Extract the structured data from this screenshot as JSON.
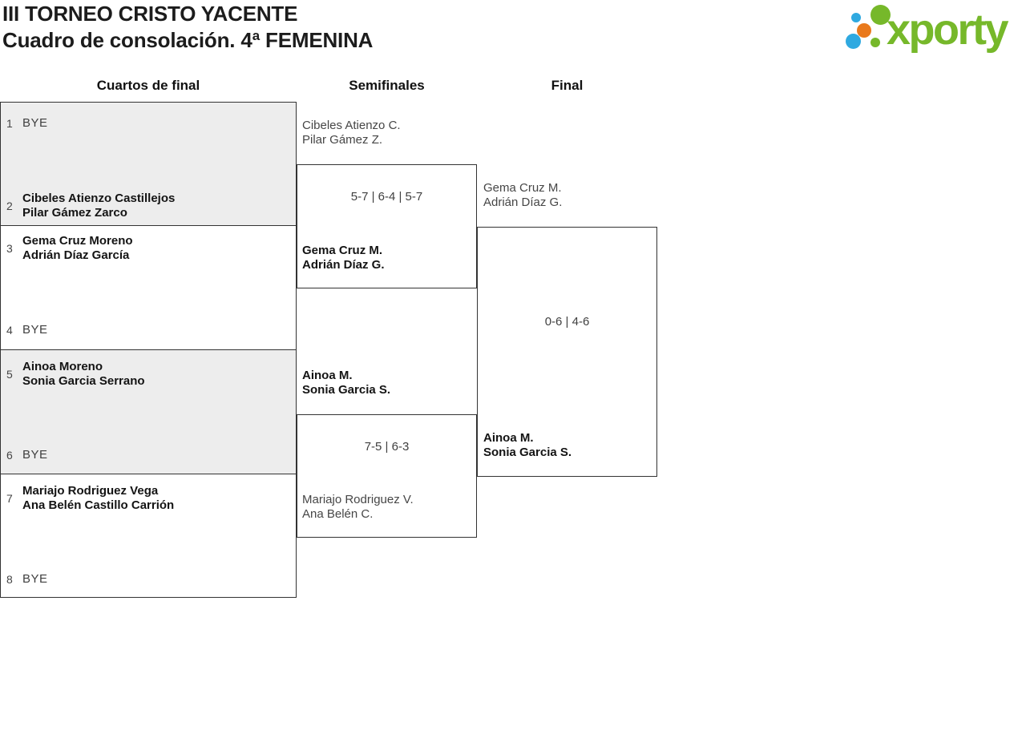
{
  "header": {
    "title_line1": "III TORNEO CRISTO YACENTE",
    "title_line2": "Cuadro de consolación. 4ª FEMENINA",
    "logo_text": "xporty"
  },
  "colors": {
    "logo_green": "#76b82a",
    "logo_blue": "#2fa9e0",
    "logo_orange": "#e9791c",
    "box_gray": "#ededed",
    "border": "#333333"
  },
  "rounds": [
    {
      "label": "Cuartos de final"
    },
    {
      "label": "Semifinales"
    },
    {
      "label": "Final"
    }
  ],
  "qf": {
    "entries": [
      {
        "seed": "1",
        "name1": "BYE",
        "name2": "",
        "is_bye": true
      },
      {
        "seed": "2",
        "name1": "Cibeles Atienzo Castillejos",
        "name2": "Pilar Gámez Zarco",
        "is_bye": false
      },
      {
        "seed": "3",
        "name1": "Gema Cruz Moreno",
        "name2": "Adrián Díaz García",
        "is_bye": false
      },
      {
        "seed": "4",
        "name1": "BYE",
        "name2": "",
        "is_bye": true
      },
      {
        "seed": "5",
        "name1": "Ainoa Moreno",
        "name2": "Sonia Garcia Serrano",
        "is_bye": false
      },
      {
        "seed": "6",
        "name1": "BYE",
        "name2": "",
        "is_bye": true
      },
      {
        "seed": "7",
        "name1": "Mariajo Rodriguez Vega",
        "name2": "Ana Belén Castillo Carrión",
        "is_bye": false
      },
      {
        "seed": "8",
        "name1": "BYE",
        "name2": "",
        "is_bye": true
      }
    ]
  },
  "semifinals": {
    "match1": {
      "team1": {
        "name1": "Cibeles Atienzo C.",
        "name2": "Pilar Gámez Z.",
        "winner": false
      },
      "score": "5-7 | 6-4 | 5-7",
      "team2": {
        "name1": "Gema Cruz M.",
        "name2": "Adrián Díaz G.",
        "winner": true
      }
    },
    "match2": {
      "team1": {
        "name1": "Ainoa M.",
        "name2": "Sonia Garcia S.",
        "winner": true
      },
      "score": "7-5 | 6-3",
      "team2": {
        "name1": "Mariajo Rodriguez V.",
        "name2": "Ana Belén C.",
        "winner": false
      }
    }
  },
  "final": {
    "team1": {
      "name1": "Gema Cruz M.",
      "name2": "Adrián Díaz G.",
      "winner": false
    },
    "score": "0-6 | 4-6",
    "team2": {
      "name1": "Ainoa M.",
      "name2": "Sonia Garcia S.",
      "winner": true
    }
  }
}
